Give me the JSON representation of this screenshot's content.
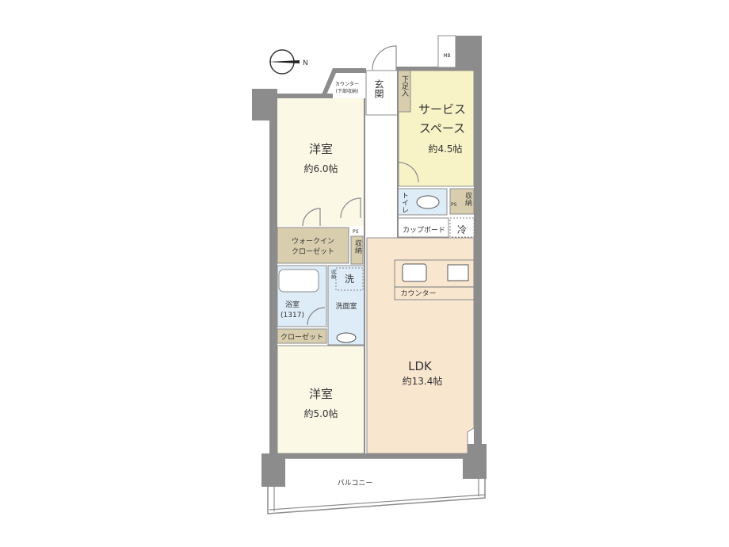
{
  "compass": {
    "north_label": "N"
  },
  "rooms": {
    "bedroom1": {
      "name": "洋室",
      "size": "約6.0帖"
    },
    "bedroom2": {
      "name": "洋室",
      "size": "約5.0帖"
    },
    "service_space": {
      "name_line1": "サービス",
      "name_line2": "スペース",
      "size": "約4.5帖"
    },
    "ldk": {
      "name": "LDK",
      "size": "約13.4帖"
    },
    "entrance": {
      "name": "玄関"
    },
    "shoe_storage": {
      "name": "下足入"
    },
    "toilet": {
      "name": "トイレ"
    },
    "storage_toilet": {
      "name": "収納"
    },
    "storage_hall": {
      "name": "収納"
    },
    "walk_in_closet": {
      "line1": "ウォークイン",
      "line2": "クローゼット"
    },
    "cupboard": {
      "name": "カップボード"
    },
    "fridge": {
      "name": "冷"
    },
    "laundry": {
      "name": "洗"
    },
    "washroom": {
      "name": "洗面室"
    },
    "bathroom": {
      "name": "浴室",
      "size": "(1317)"
    },
    "closet": {
      "name": "クローゼット"
    },
    "kitchen_counter": {
      "name": "カウンター"
    },
    "counter_storage": {
      "line1": "カウンター",
      "line2": "(下部収納)"
    },
    "balcony": {
      "name": "バルコニー"
    },
    "mb": {
      "name": "MB"
    },
    "ps1": {
      "name": "PS"
    },
    "ps2": {
      "name": "PS"
    },
    "bath_storage": {
      "name": "収納"
    }
  },
  "colors": {
    "bedroom": "#fbf8e6",
    "service": "#f7f3c6",
    "ldk": "#f9e6cf",
    "wet": "#deecf7",
    "storage": "#d8ceae",
    "wall": "#8c8c8c"
  }
}
